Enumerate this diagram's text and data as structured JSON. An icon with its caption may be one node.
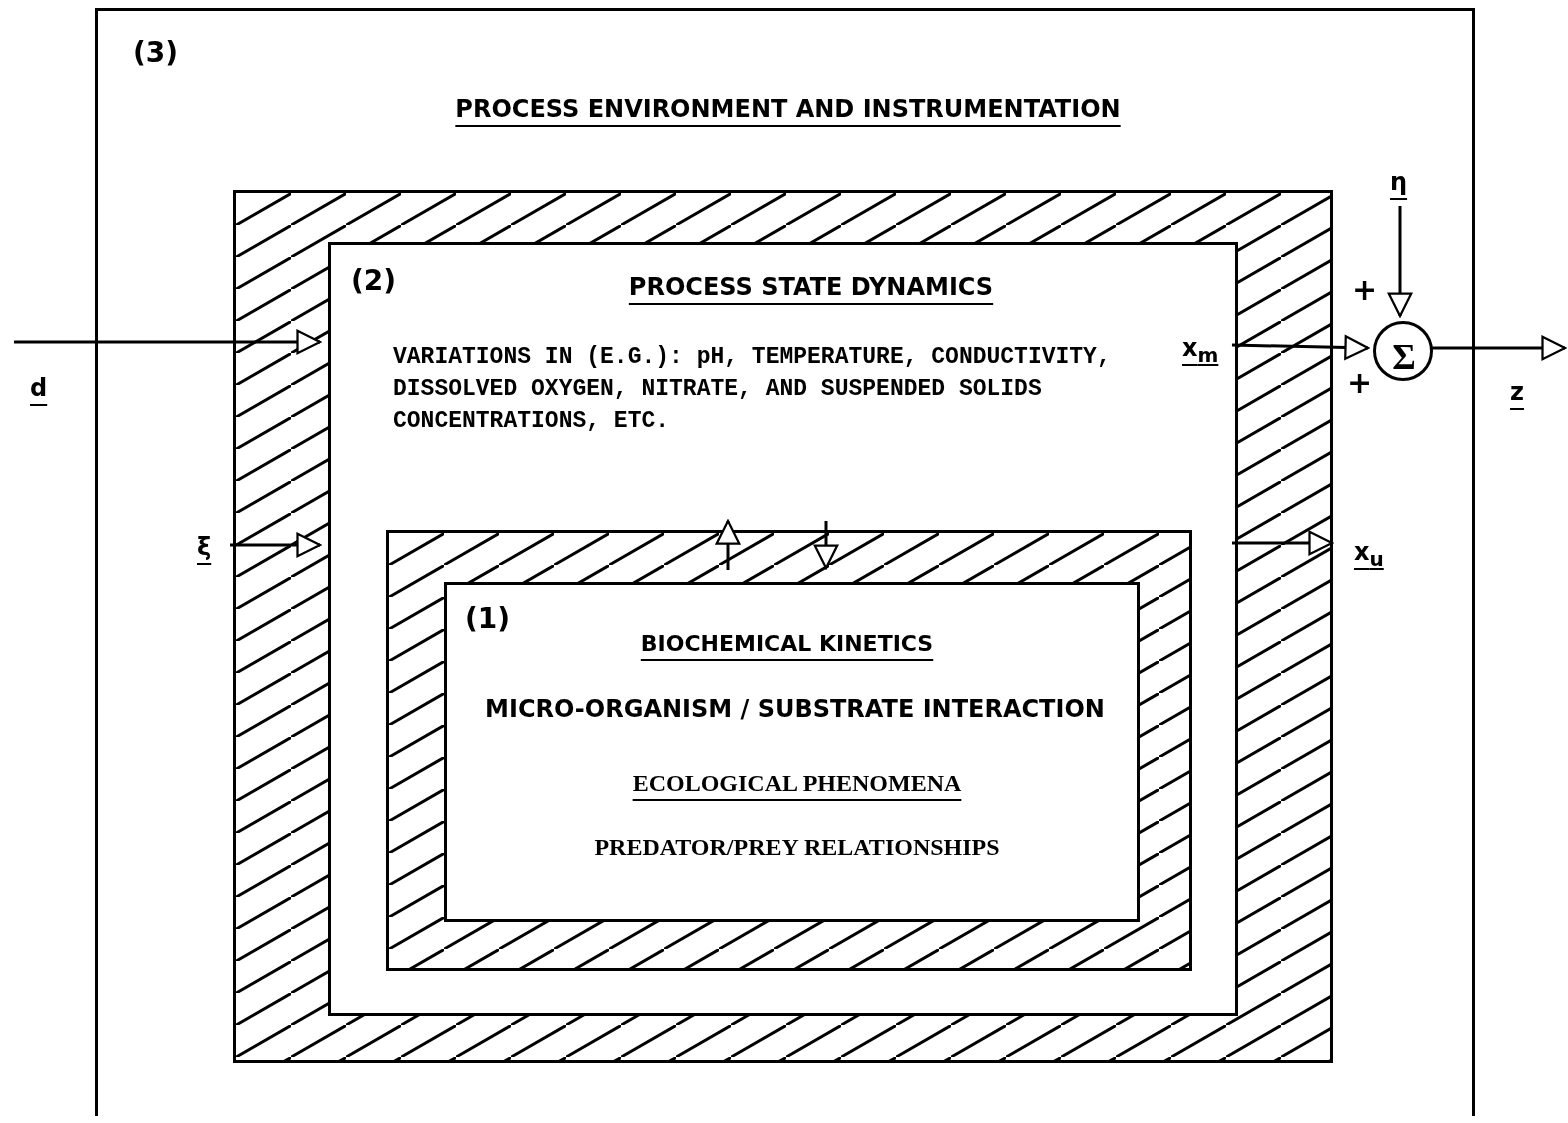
{
  "diagram": {
    "nodes": [
      {
        "text": [
          "(3)",
          "PROCESS ENVIRONMENT AND INSTRUMENTATION"
        ]
      },
      {
        "text": [],
        "shape": "box",
        "in": 0
      },
      {
        "text": [
          "(2)",
          "PROCESS STATE DYNAMICS",
          "VARIATIONS IN (E.G.): pH, TEMPERATURE, CONDUCTIVITY, DISSOLVED OXYGEN, NITRATE, AND SUSPENDED SOLIDS CONCENTRATIONS, ETC."
        ],
        "in": 1
      },
      {
        "text": [],
        "shape": "box",
        "in": 2
      },
      {
        "text": [
          "(1)",
          "BIOCHEMICAL KINETICS",
          "MICRO-ORGANISM / SUBSTRATE INTERACTION",
          "ECOLOGICAL PHENOMENA",
          "PREDATOR/PREY RELATIONSHIPS"
        ],
        "in": 3
      },
      {
        "text": [
          "Σ"
        ],
        "beside": [
          "+",
          "+"
        ],
        "in": 0
      }
    ],
    "edges": [
      {
        "from": null,
        "to": 2,
        "arrow": "to",
        "label": "d"
      },
      {
        "from": 1,
        "to": 2,
        "arrow": "to",
        "label": "ξ"
      },
      {
        "from": 4,
        "to": 3,
        "arrow": "to"
      },
      {
        "from": 3,
        "to": 4,
        "arrow": "to"
      },
      {
        "from": 2,
        "to": 5,
        "arrow": "to",
        "label": "x$_{m}$"
      },
      {
        "from": 2,
        "to": 1,
        "arrow": "to",
        "label": "x$_{u}$"
      },
      {
        "from": null,
        "to": 5,
        "arrow": "to",
        "label": "η"
      },
      {
        "from": 5,
        "to": null,
        "arrow": "to",
        "label": "z"
      }
    ]
  }
}
